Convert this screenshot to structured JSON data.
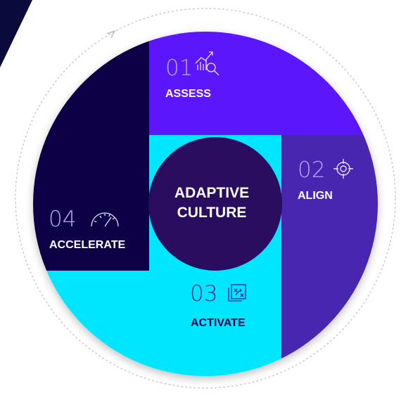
{
  "center": {
    "line1": "ADAPTIVE",
    "line2": "CULTURE"
  },
  "steps": [
    {
      "number": "01",
      "label": "ASSESS",
      "icon": "analytics-magnifier-icon",
      "color": "#5b16fb"
    },
    {
      "number": "02",
      "label": "ALIGN",
      "icon": "target-crosshair-icon",
      "color": "#4a26b0"
    },
    {
      "number": "03",
      "label": "ACTIVATE",
      "icon": "strategy-plan-icon",
      "color": "#00e6ff"
    },
    {
      "number": "04",
      "label": "ACCELERATE",
      "icon": "speedometer-icon",
      "color": "#0c0447"
    }
  ],
  "colors": {
    "center_circle": "#2a0d5e",
    "number_light": "#b9a6ff",
    "number_on_cyan": "#3a1fa0",
    "label_on_cyan": "#0c0447",
    "corner_navy": "#0a0a3c",
    "orbit": "#c9c9c9"
  }
}
